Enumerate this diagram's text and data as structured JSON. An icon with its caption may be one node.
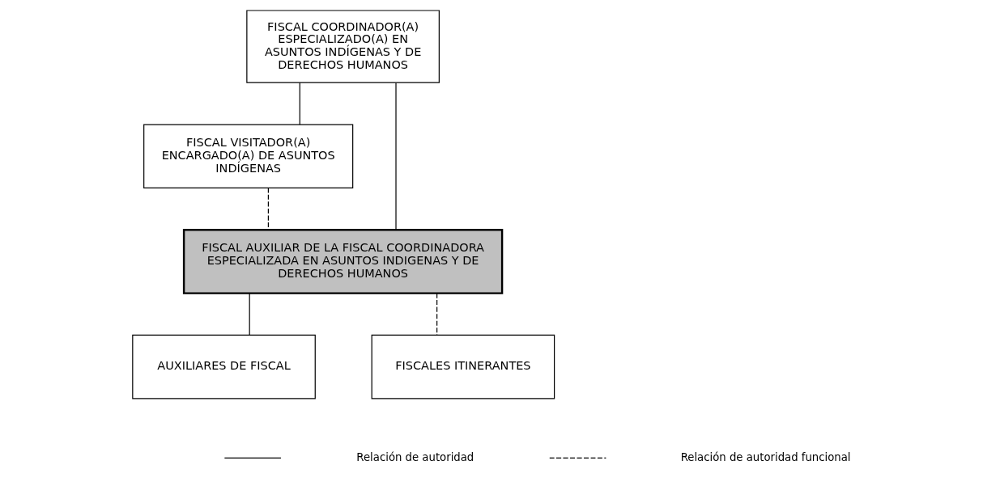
{
  "diagram": {
    "nodes": [
      {
        "text": [
          "FISCAL COORDINADOR(A) ESPECIALIZADO(A) EN ASUNTOS INDÍGENAS Y DE DERECHOS HUMANOS"
        ]
      },
      {
        "text": [
          "FISCAL VISITADOR(A) ENCARGADO(A) DE ASUNTOS INDÍGENAS"
        ]
      },
      {
        "text": [
          "FISCAL AUXILIAR DE LA FISCAL COORDINADORA ESPECIALIZADA EN ASUNTOS INDIGENAS Y DE DERECHOS HUMANOS"
        ]
      },
      {
        "text": [
          "AUXILIARES DE FISCAL"
        ]
      },
      {
        "text": [
          "FISCALES ITINERANTES"
        ]
      }
    ],
    "edges": [
      {
        "from": 0,
        "to": 1,
        "arrow": "none"
      },
      {
        "from": 0,
        "to": 2,
        "arrow": "none"
      },
      {
        "from": 1,
        "to": 2,
        "arrow": "none",
        "style": "dashed"
      },
      {
        "from": 2,
        "to": 3,
        "arrow": "none"
      },
      {
        "from": 2,
        "to": 4,
        "arrow": "none",
        "style": "dashed"
      }
    ],
    "legend": [
      {
        "text": "Relación de autoridad"
      },
      {
        "text": "Relación de autoridad funcional"
      }
    ]
  }
}
